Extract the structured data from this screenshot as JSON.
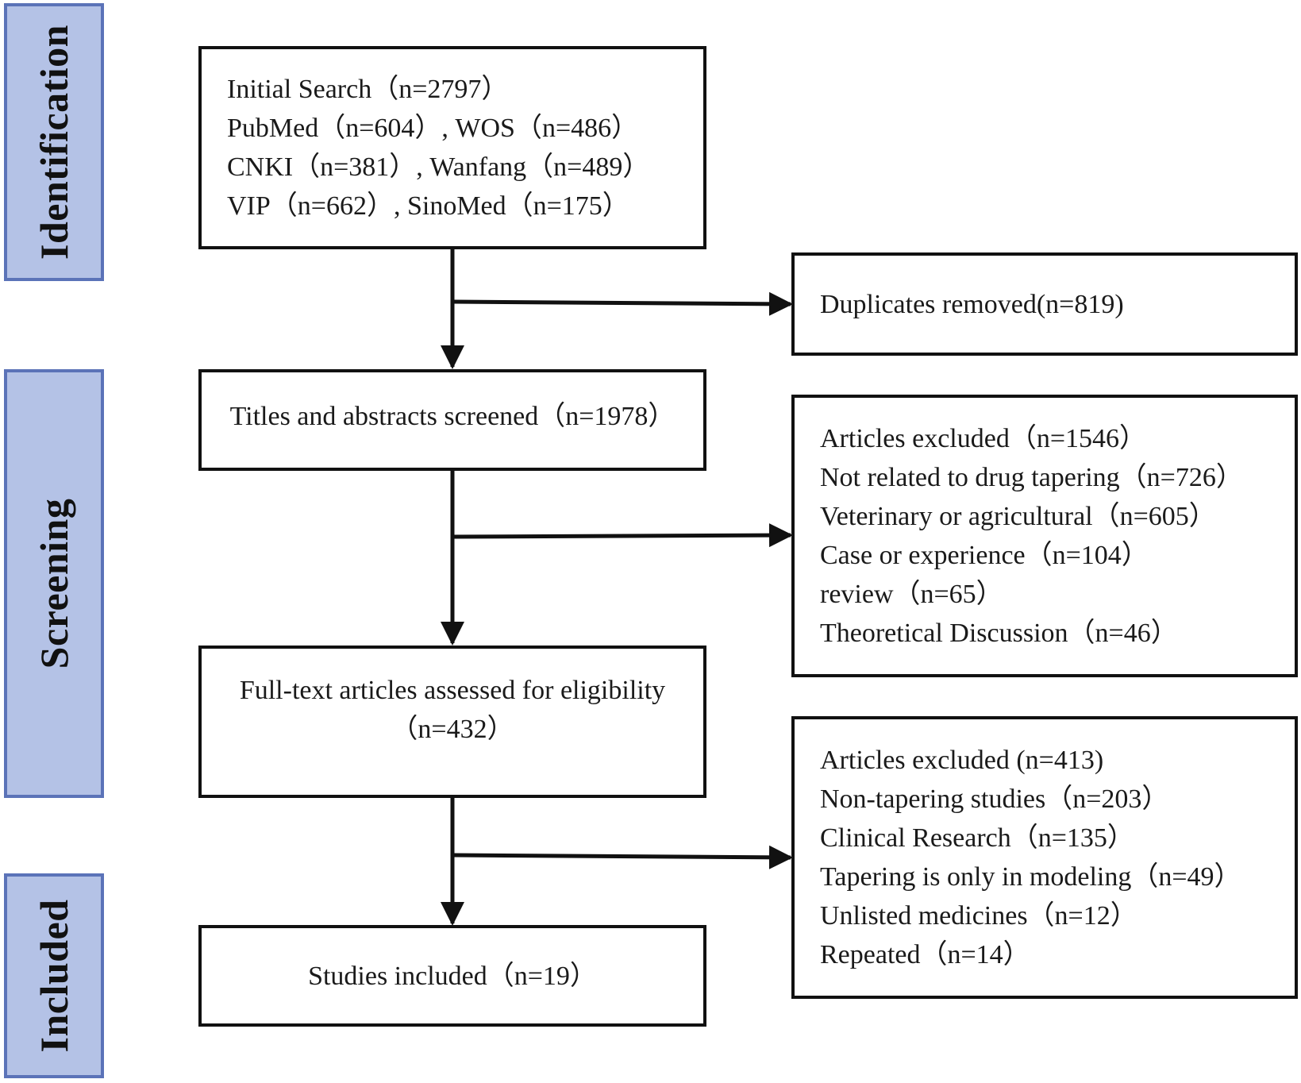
{
  "phases": {
    "identification": "Identification",
    "screening": "Screening",
    "included": "Included"
  },
  "boxes": {
    "initial_search": [
      "Initial Search（n=2797）",
      "PubMed（n=604）, WOS（n=486）",
      "CNKI（n=381）, Wanfang（n=489）",
      "VIP（n=662）, SinoMed（n=175）"
    ],
    "duplicates_removed": "Duplicates removed(n=819)",
    "titles_abstracts": "Titles and abstracts screened（n=1978）",
    "articles_excluded_1": [
      "Articles excluded（n=1546）",
      "Not related to drug tapering（n=726）",
      "Veterinary or agricultural（n=605）",
      "Case or experience（n=104）",
      "review（n=65）",
      "Theoretical Discussion（n=46）"
    ],
    "full_text": [
      "Full-text articles assessed for eligibility",
      "（n=432）"
    ],
    "articles_excluded_2": [
      "Articles excluded (n=413)",
      "Non-tapering studies（n=203）",
      "Clinical Research（n=135）",
      "Tapering is only in modeling（n=49）",
      "Unlisted medicines（n=12）",
      "Repeated（n=14）"
    ],
    "studies_included": "Studies included（n=19）"
  }
}
